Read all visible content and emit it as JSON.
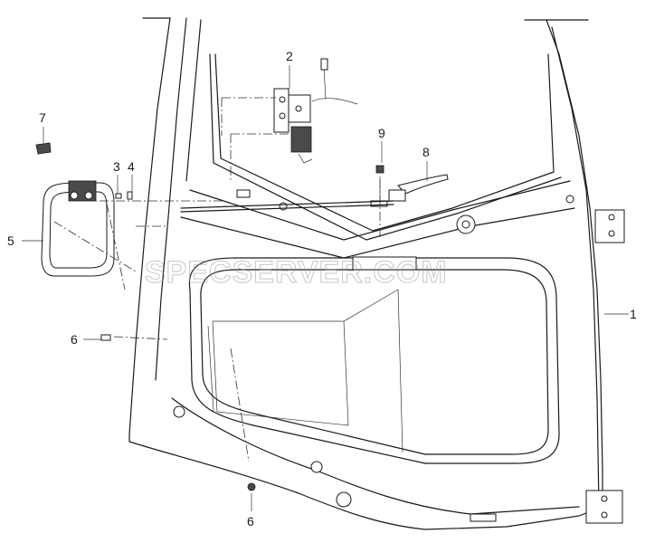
{
  "diagram": {
    "callouts": [
      "1",
      "2",
      "3",
      "4",
      "5",
      "6",
      "6",
      "7",
      "8",
      "9"
    ],
    "watermark": "SPECSERVER.COM"
  }
}
